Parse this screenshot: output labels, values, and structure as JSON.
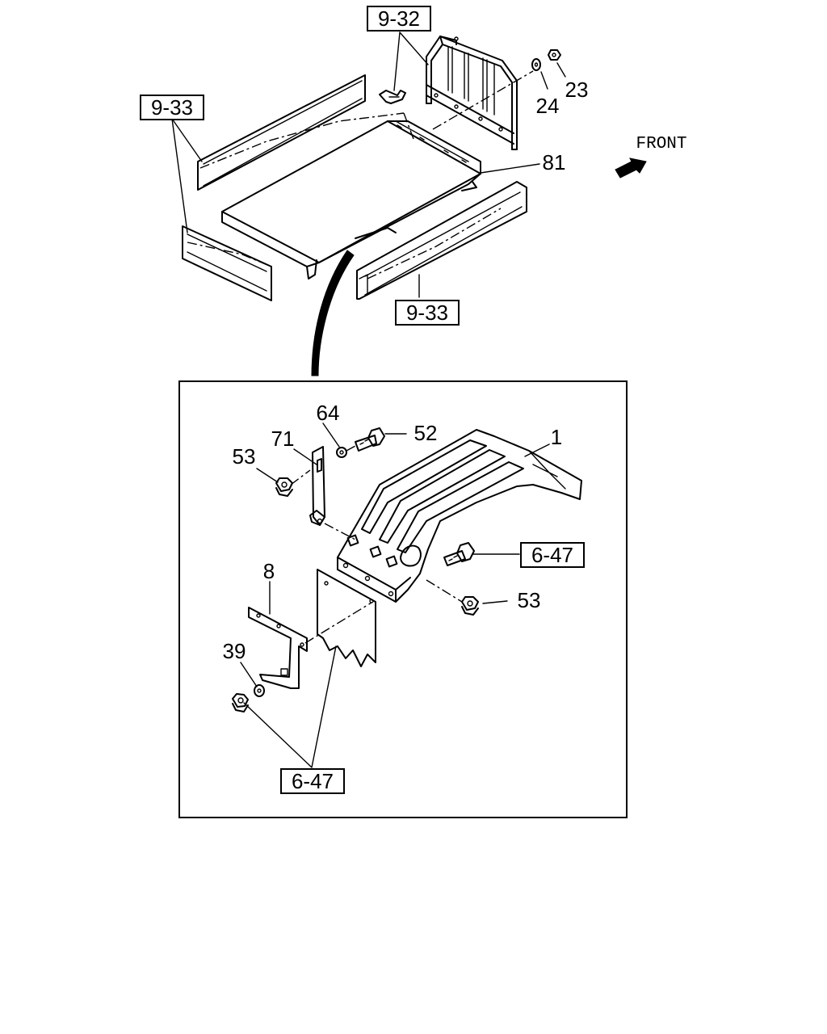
{
  "diagram": {
    "front_label": "FRONT",
    "ref_boxes": {
      "r932": "9-32",
      "r933a": "9-33",
      "r933b": "9-33",
      "r647a": "6-47",
      "r647b": "6-47"
    },
    "part_numbers": {
      "p23": "23",
      "p24": "24",
      "p81": "81",
      "p64": "64",
      "p52": "52",
      "p71": "71",
      "p53a": "53",
      "p1": "1",
      "p8": "8",
      "p53b": "53",
      "p39": "39"
    },
    "icons": [
      "front-arrow-icon"
    ]
  }
}
